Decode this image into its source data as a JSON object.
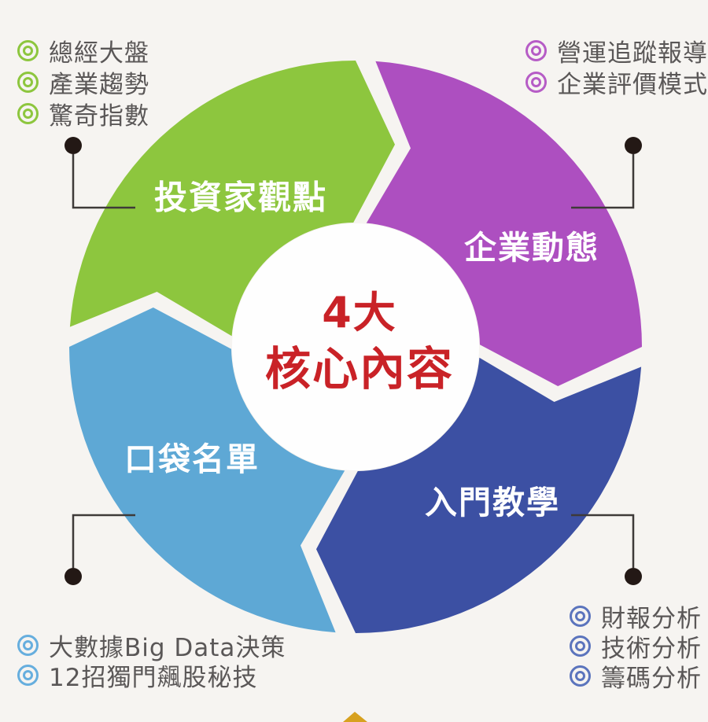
{
  "background": "#f6f4f1",
  "title": {
    "line1": "4大",
    "line2": "核心內容",
    "color": "#c92227"
  },
  "diagram": {
    "type": "cycle-wheel",
    "center_inner_color": "#fefefe",
    "text_color": "#5a5757",
    "connector_color": "#3e3a39",
    "dot_color": "#231815",
    "pointer_color": "#d7a11f",
    "groups": [
      {
        "id": "investor",
        "label": "投資家觀點",
        "color": "#8dc63e",
        "bullet_color": "#8dc63e",
        "items": [
          "總經大盤",
          "產業趨勢",
          "驚奇指數"
        ]
      },
      {
        "id": "corporate",
        "label": "企業動態",
        "color": "#ad4fc0",
        "bullet_color": "#b65cc6",
        "items": [
          "營運追蹤報導",
          "企業評價模式"
        ]
      },
      {
        "id": "intro",
        "label": "入門教學",
        "color": "#3c50a3",
        "bullet_color": "#5b74bd",
        "items": [
          "財報分析",
          "技術分析",
          "籌碼分析"
        ]
      },
      {
        "id": "pocket",
        "label": "口袋名單",
        "color": "#5ea8d5",
        "bullet_color": "#66aede",
        "items": [
          "大數據Big Data決策",
          "12招獨門飆股秘技"
        ]
      }
    ]
  }
}
